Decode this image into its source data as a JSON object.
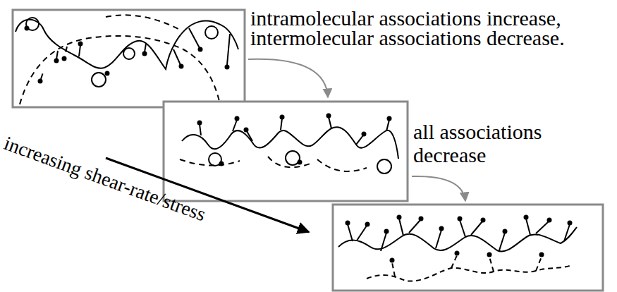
{
  "diagram": {
    "labels": [
      "intramolecular associations increase, intermolecular associations decrease.",
      "all associations decrease",
      "increasing shear-rate/stress"
    ]
  }
}
